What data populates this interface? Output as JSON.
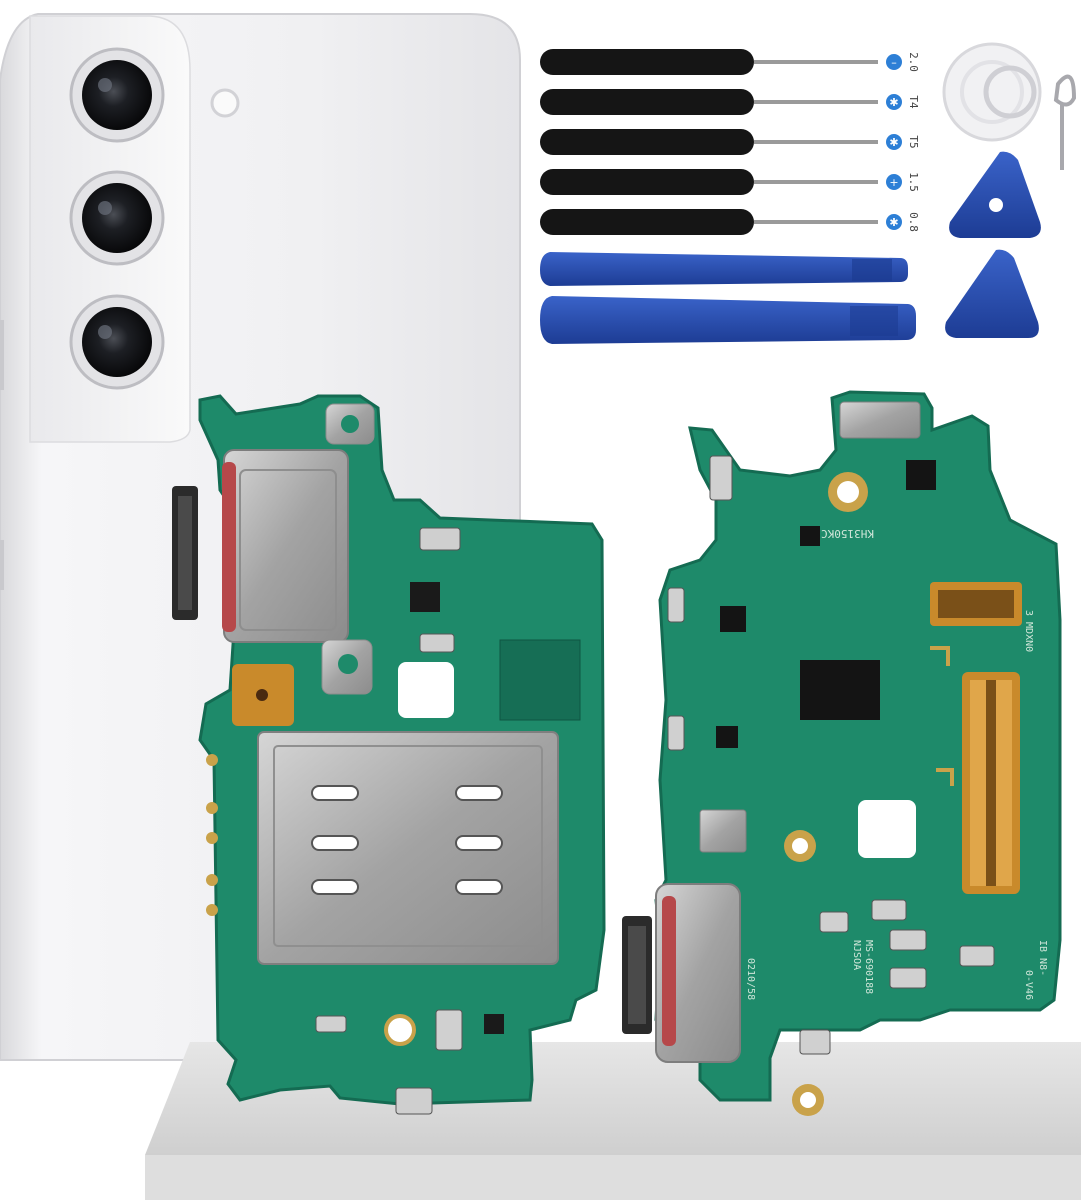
{
  "scene": {
    "background": "#ffffff",
    "phone_color": "#f1f1f3",
    "pcb_color": "#1e8a6a",
    "pcb_dark": "#146b52",
    "metal_color": "#a9a9a9",
    "gold_color": "#c9a24a",
    "tool_blue": "#2548a8",
    "handle_black": "#151515"
  },
  "screwdrivers": [
    {
      "size_label": "2.0",
      "icon": "slot-bit-icon"
    },
    {
      "size_label": "T4",
      "icon": "torx-bit-icon"
    },
    {
      "size_label": "T5",
      "icon": "torx-bit-icon"
    },
    {
      "size_label": "1.5",
      "icon": "phillips-bit-icon"
    },
    {
      "size_label": "0.8",
      "icon": "pentalobe-bit-icon"
    }
  ],
  "pcb_markings": {
    "front_text": "KH3150KC",
    "side_text_1": "3 MDXN0",
    "side_text_2": "0210/58",
    "side_text_3": "MS-690188",
    "side_text_4": "NJSOA",
    "side_text_5": "IB N8-",
    "side_text_6": "0-V46"
  }
}
